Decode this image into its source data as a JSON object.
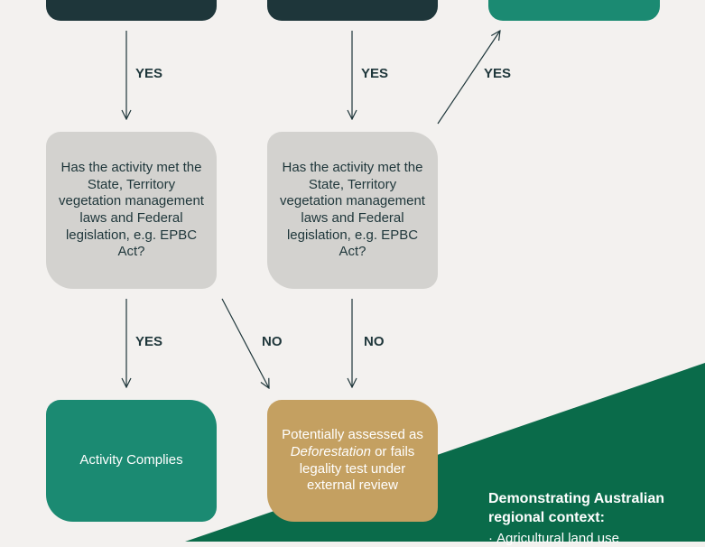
{
  "flow": {
    "labels": {
      "yes": "YES",
      "no": "NO"
    },
    "question_left": "Has the activity met the State, Territory vegetation management laws and Federal legislation, e.g. EPBC Act?",
    "question_middle": "Has the activity met the State, Territory vegetation management laws and Federal legislation, e.g. EPBC Act?",
    "outcome_complies": "Activity Complies",
    "outcome_review": {
      "prefix": "Potentially assessed as",
      "emphasis": "Deforestation",
      "suffix": "or fails legality test under external review"
    }
  },
  "context": {
    "title": "Demonstrating Australian regional context:",
    "bullet": "·",
    "first_item": "Agricultural land use"
  },
  "colors": {
    "background": "#f3f1ef",
    "dark_teal": "#1e363a",
    "teal": "#1b8a72",
    "grey": "#d3d2cf",
    "gold": "#c4a061",
    "green_band": "#0a6b4a"
  }
}
